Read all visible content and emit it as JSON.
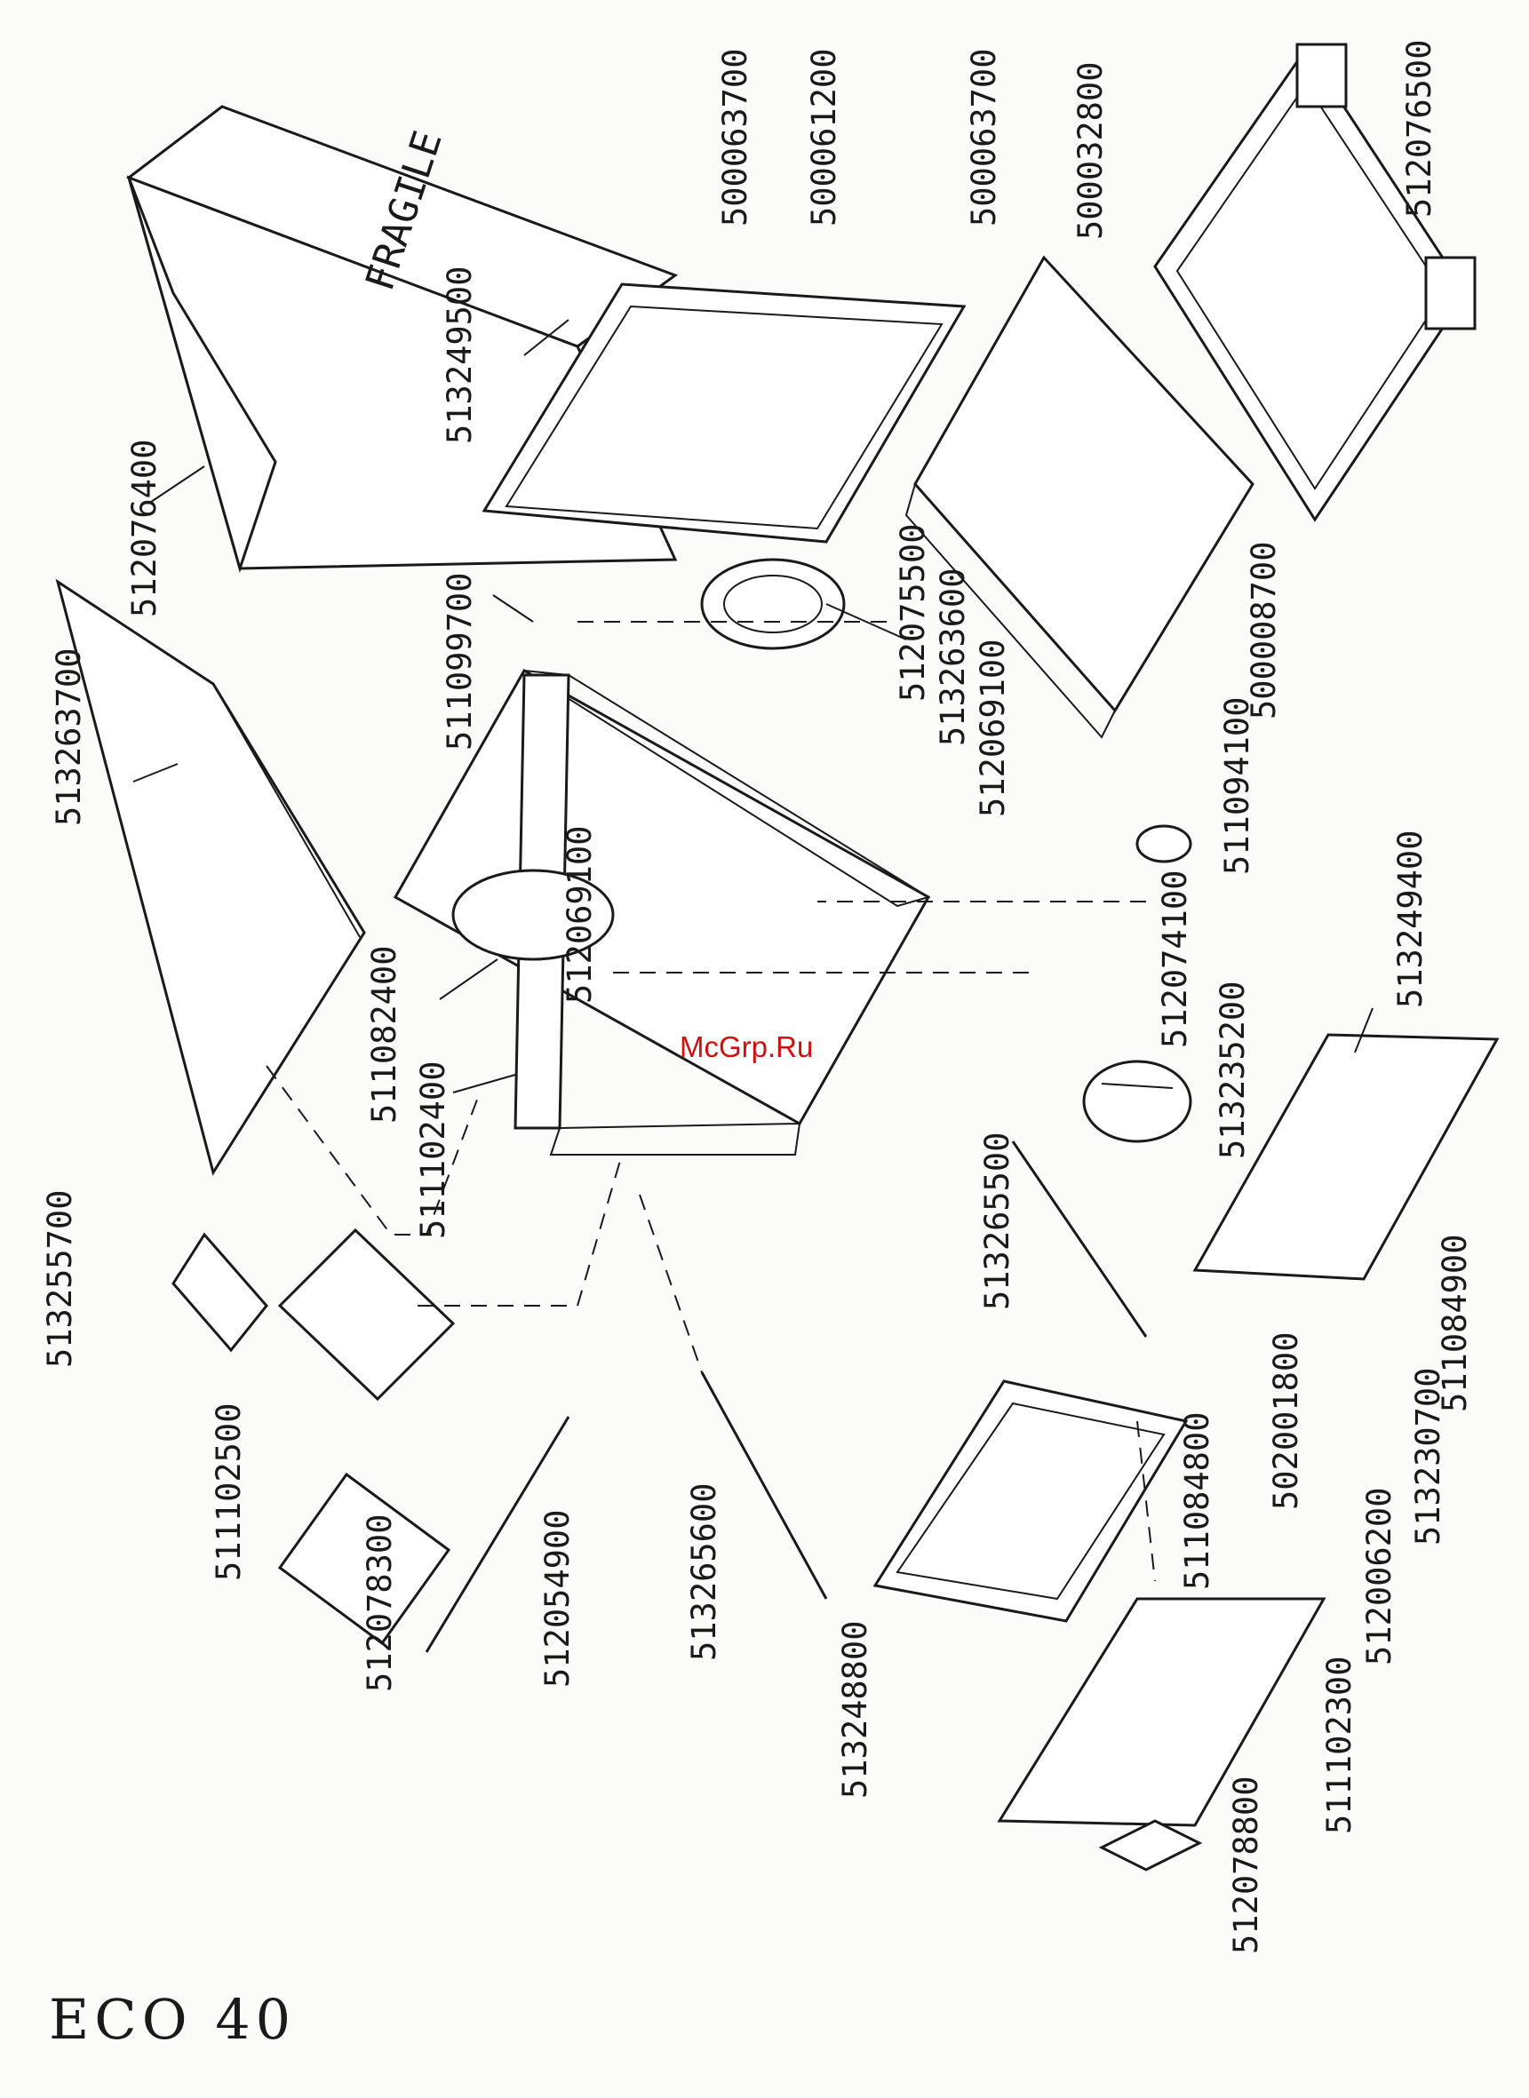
{
  "model_title": "ECO 40",
  "watermark": "McGrp.Ru",
  "box_marking": "FRAGILE",
  "part_numbers": [
    "500063700",
    "500061200",
    "500063700",
    "500032800",
    "512076500",
    "513249500",
    "512076400",
    "511099700",
    "512075500",
    "513263600",
    "500008700",
    "512069100",
    "511094100",
    "513263700",
    "512069100",
    "511082400",
    "511102400",
    "512074100",
    "513235200",
    "513249400",
    "513265500",
    "511084900",
    "513255700",
    "511102500",
    "512078300",
    "512054900",
    "513265600",
    "513248800",
    "511084800",
    "502001800",
    "513230700",
    "512006200",
    "511102300",
    "512078800"
  ]
}
